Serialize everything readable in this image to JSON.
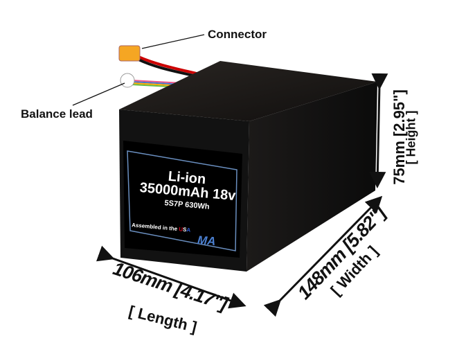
{
  "callouts": {
    "connector": "Connector",
    "balance_lead": "Balance lead"
  },
  "label": {
    "chemistry": "Li-ion",
    "capacity_voltage": "35000mAh 18v",
    "config_energy": "5S7P 630Wh",
    "assembled_prefix": "Assembled in the ",
    "usa_u": "U",
    "usa_s": "S",
    "usa_a": "A",
    "logo": "MA"
  },
  "dimensions": {
    "length": {
      "value": "106mm [4.17\"]",
      "name": "[ Length ]"
    },
    "width": {
      "value": "148mm [5.82\"]",
      "name": "[ Width ]"
    },
    "height": {
      "value": "75mm [2.95\"]",
      "name": "[ Height ]"
    }
  },
  "colors": {
    "connector": "#f5a623",
    "label_border": "#6a8fc0",
    "usa_red": "#d0021b",
    "usa_blue": "#2a5bd7"
  }
}
